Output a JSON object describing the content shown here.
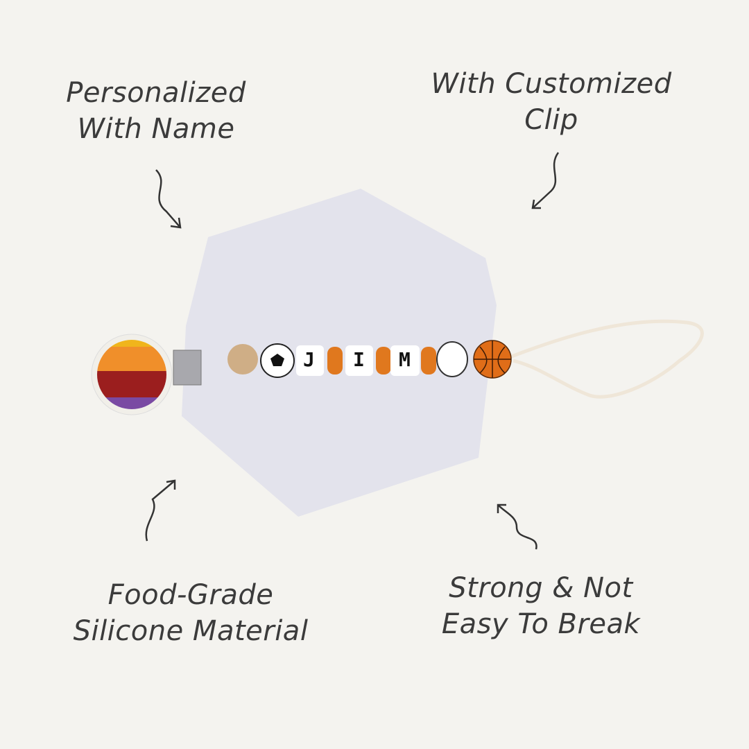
{
  "captions": {
    "top_left": [
      "Personalized",
      "With Name"
    ],
    "top_right": [
      "With Customized",
      "Clip"
    ],
    "bottom_left": [
      "Food-Grade",
      "Silicone Material"
    ],
    "bottom_right": [
      "Strong & Not",
      "Easy To Break"
    ]
  },
  "product": {
    "name_letters": [
      "J",
      "I",
      "M"
    ]
  },
  "colors": {
    "background": "#f4f3ef",
    "hexagon": "#e3e3ec",
    "text": "#3b3b3b",
    "orange": "#e0781e"
  }
}
